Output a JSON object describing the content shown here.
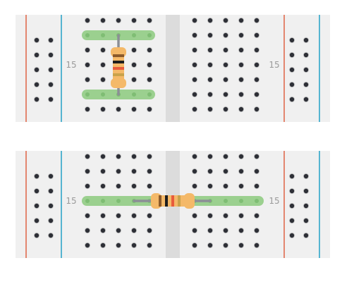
{
  "colors": {
    "board": "#f0f0f0",
    "center_channel": "#dcdcdc",
    "rail_red": "#e06b4f",
    "rail_blue": "#2fa6c9",
    "hole": "#2d2f36",
    "hole_ring": "#cfcfcf",
    "highlight": "#9bd08f",
    "highlight_hole": "#7fbd74",
    "lead": "#8c8f96",
    "resistor_body": "#f4b969",
    "resistor_outline": "#e0a04e",
    "label": "#9a9a9a"
  },
  "boards": [
    {
      "name": "vertical-resistor",
      "row_label": "15",
      "resistor": {
        "orientation": "vertical",
        "bands": [
          "#8b5a2b",
          "#1e1e1e",
          "#e85b3c",
          "#c9a24b"
        ]
      }
    },
    {
      "name": "horizontal-resistor",
      "row_label": "15",
      "resistor": {
        "orientation": "horizontal",
        "bands": [
          "#8b5a2b",
          "#1e1e1e",
          "#e85b3c",
          "#c9a24b"
        ]
      }
    }
  ]
}
